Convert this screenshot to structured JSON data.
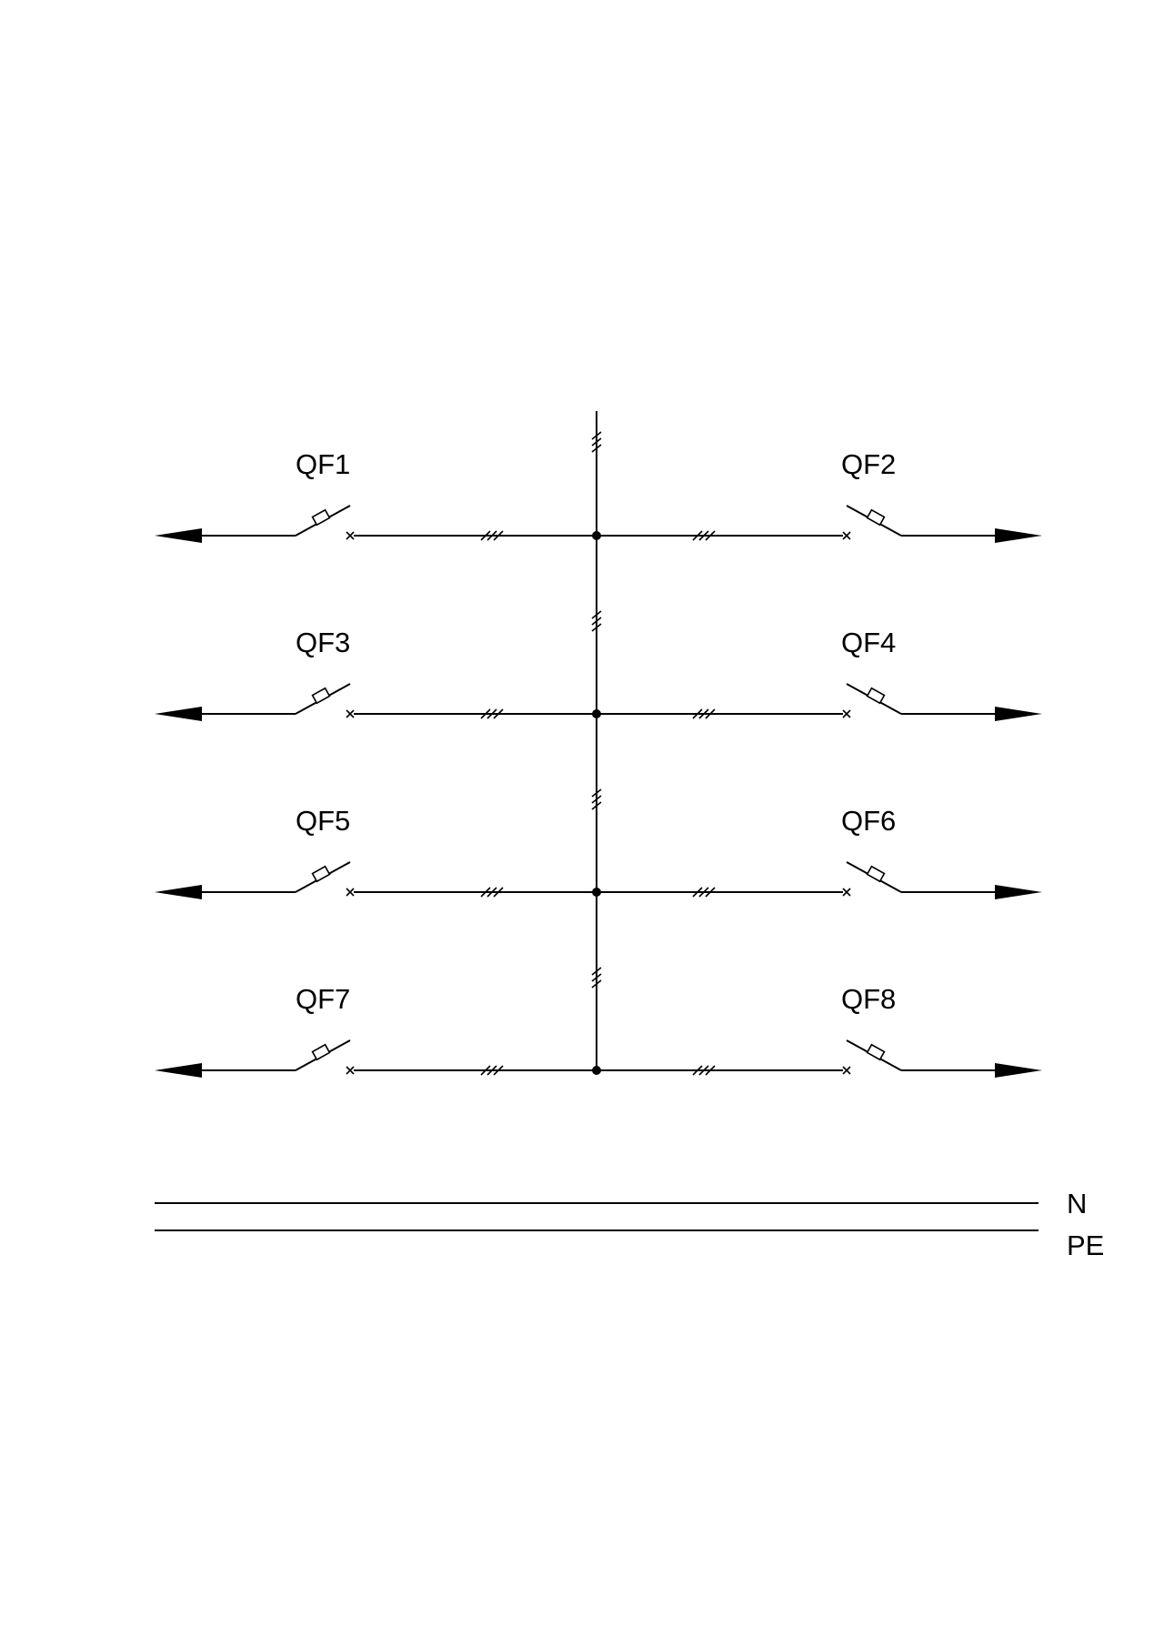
{
  "breakers": [
    {
      "label": "QF1",
      "side": "left"
    },
    {
      "label": "QF2",
      "side": "right"
    },
    {
      "label": "QF3",
      "side": "left"
    },
    {
      "label": "QF4",
      "side": "right"
    },
    {
      "label": "QF5",
      "side": "left"
    },
    {
      "label": "QF6",
      "side": "right"
    },
    {
      "label": "QF7",
      "side": "left"
    },
    {
      "label": "QF8",
      "side": "right"
    }
  ],
  "buses": [
    {
      "label": "N"
    },
    {
      "label": "PE"
    }
  ],
  "colors": {
    "line": "#000000",
    "background": "#ffffff"
  }
}
